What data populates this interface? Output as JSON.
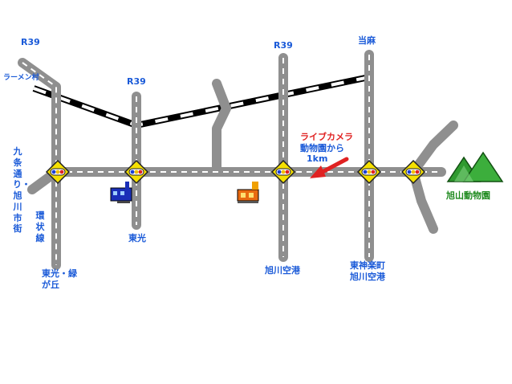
{
  "labels": {
    "r39_left": "R39",
    "r39_mid": "R39",
    "r39_right": "R39",
    "ramen": "ラーメン村",
    "kujo": "九条通り・旭川市街",
    "kanjo": "環状線",
    "higashimitsu_midorigaoka": "東光・緑が丘",
    "higashimitsu": "東光",
    "asahikawa_airport": "旭川空港",
    "taima": "当麻",
    "higashikagura": "東神楽町",
    "higashikagura_airport": "旭川空港",
    "live_camera": "ライブカメラ",
    "zoo_distance_1": "動物園から",
    "zoo_distance_2": "1km",
    "zoo": "旭山動物園"
  },
  "colors": {
    "road": "#8f8f8f",
    "road_center": "#ffffff",
    "rail_dark": "#000000",
    "rail_light": "#ffffff",
    "signal_sign": "#f5e000",
    "arrow": "#e02222",
    "label_blue": "#1a5ad8",
    "zoo_green": "#1f8a1f"
  },
  "icons": [
    "traffic-signal-icon",
    "police-box-icon",
    "convenience-store-icon",
    "mountain-icon",
    "arrow-icon"
  ]
}
